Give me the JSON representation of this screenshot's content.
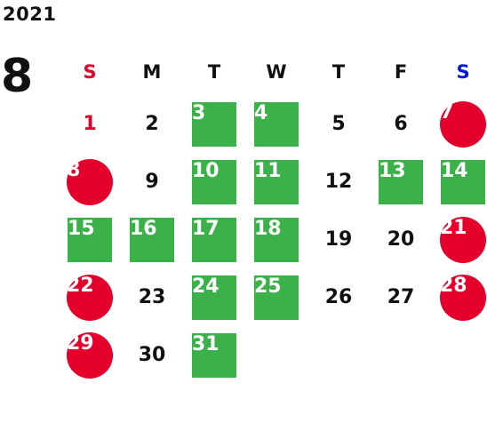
{
  "year": "2021",
  "month": "8",
  "colors": {
    "sunday": "#e4002b",
    "saturday": "#0018d6",
    "holiday_circle": "#e4002b",
    "workday_square": "#3bb14a",
    "text": "#111111"
  },
  "weekdays": [
    {
      "label": "S",
      "kind": "sunday"
    },
    {
      "label": "M",
      "kind": "plain"
    },
    {
      "label": "T",
      "kind": "plain"
    },
    {
      "label": "W",
      "kind": "plain"
    },
    {
      "label": "T",
      "kind": "plain"
    },
    {
      "label": "F",
      "kind": "plain"
    },
    {
      "label": "S",
      "kind": "saturday"
    }
  ],
  "weeks": [
    [
      {
        "day": "1",
        "style": "sunday-text"
      },
      {
        "day": "2",
        "style": "plain"
      },
      {
        "day": "3",
        "style": "square"
      },
      {
        "day": "4",
        "style": "square"
      },
      {
        "day": "5",
        "style": "plain"
      },
      {
        "day": "6",
        "style": "plain"
      },
      {
        "day": "7",
        "style": "circle"
      }
    ],
    [
      {
        "day": "8",
        "style": "circle"
      },
      {
        "day": "9",
        "style": "plain"
      },
      {
        "day": "10",
        "style": "square"
      },
      {
        "day": "11",
        "style": "square"
      },
      {
        "day": "12",
        "style": "plain"
      },
      {
        "day": "13",
        "style": "square"
      },
      {
        "day": "14",
        "style": "square"
      }
    ],
    [
      {
        "day": "15",
        "style": "square"
      },
      {
        "day": "16",
        "style": "square"
      },
      {
        "day": "17",
        "style": "square"
      },
      {
        "day": "18",
        "style": "square"
      },
      {
        "day": "19",
        "style": "plain"
      },
      {
        "day": "20",
        "style": "plain"
      },
      {
        "day": "21",
        "style": "circle"
      }
    ],
    [
      {
        "day": "22",
        "style": "circle"
      },
      {
        "day": "23",
        "style": "plain"
      },
      {
        "day": "24",
        "style": "square"
      },
      {
        "day": "25",
        "style": "square"
      },
      {
        "day": "26",
        "style": "plain"
      },
      {
        "day": "27",
        "style": "plain"
      },
      {
        "day": "28",
        "style": "circle"
      }
    ],
    [
      {
        "day": "29",
        "style": "circle"
      },
      {
        "day": "30",
        "style": "plain"
      },
      {
        "day": "31",
        "style": "square"
      },
      {
        "day": "",
        "style": "empty"
      },
      {
        "day": "",
        "style": "empty"
      },
      {
        "day": "",
        "style": "empty"
      },
      {
        "day": "",
        "style": "empty"
      }
    ]
  ]
}
